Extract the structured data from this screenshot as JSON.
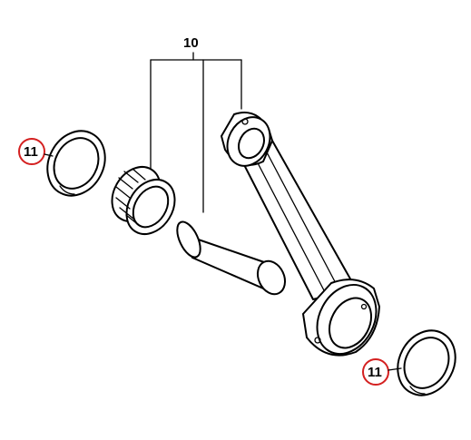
{
  "diagram": {
    "main_callout": {
      "label": "10"
    },
    "callouts": [
      {
        "label": "11",
        "highlight_color": "#d42020"
      },
      {
        "label": "11",
        "highlight_color": "#d42020"
      }
    ],
    "parts": [
      "thrust-washer-left",
      "needle-bearing",
      "crank-pin",
      "connecting-rod",
      "thrust-washer-right"
    ],
    "line_color": "#000000",
    "background": "#ffffff"
  }
}
